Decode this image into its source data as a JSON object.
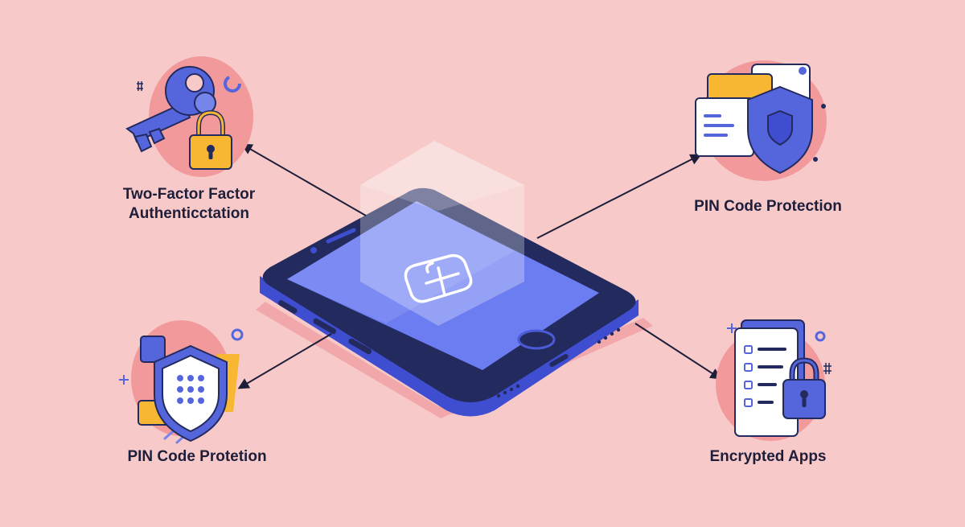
{
  "colors": {
    "background": "#f7cac9",
    "blob": "#f2999c",
    "primary": "#5566dd",
    "dark": "#232a5e",
    "accent": "#f7b733",
    "screen": "#6b7df0",
    "arrow": "#1e1e3a",
    "label": "#1e1e3a"
  },
  "icons": {
    "center": "plus-badge-icon",
    "top_left": [
      "key-icon",
      "padlock-icon"
    ],
    "top_right": [
      "cards-icon",
      "shield-icon"
    ],
    "bottom_left": [
      "shield-keypad-icon"
    ],
    "bottom_right": [
      "checklist-icon",
      "padlock-icon"
    ]
  },
  "features": {
    "top_left": {
      "line1": "Two-Factor Factor",
      "line2": "Authenticctation"
    },
    "top_right": {
      "label": "PIN Code Protection"
    },
    "bottom_left": {
      "label": "PIN Code Protetion"
    },
    "bottom_right": {
      "label": "Encrypted Apps"
    }
  }
}
